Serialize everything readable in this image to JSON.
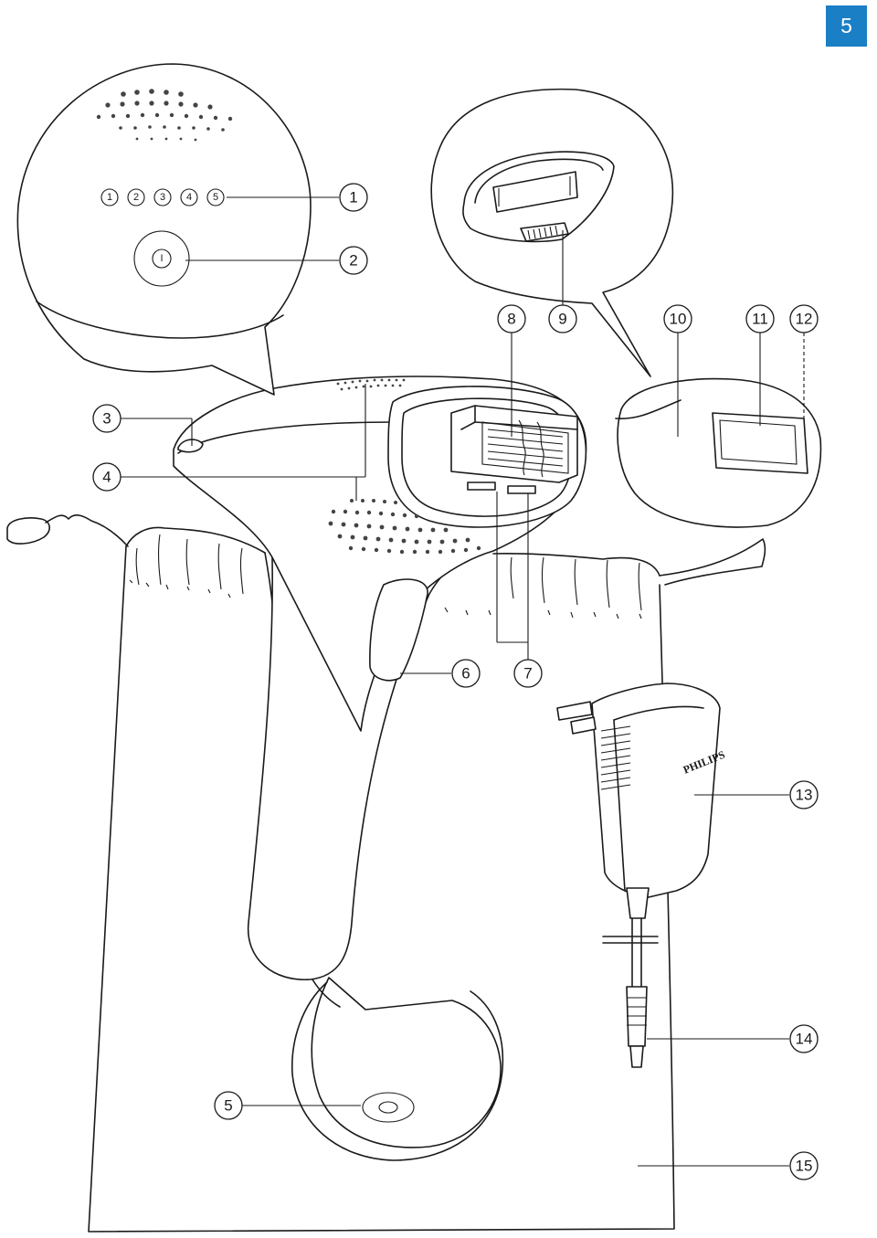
{
  "page_number": "5",
  "brand_text": "PHILIPS",
  "intensity_labels": [
    "1",
    "2",
    "3",
    "4",
    "5"
  ],
  "power_button_symbol": "I",
  "callouts": [
    {
      "id": "1",
      "label": "1"
    },
    {
      "id": "2",
      "label": "2"
    },
    {
      "id": "3",
      "label": "3"
    },
    {
      "id": "4",
      "label": "4"
    },
    {
      "id": "5",
      "label": "5"
    },
    {
      "id": "6",
      "label": "6"
    },
    {
      "id": "7",
      "label": "7"
    },
    {
      "id": "8",
      "label": "8"
    },
    {
      "id": "9",
      "label": "9"
    },
    {
      "id": "10",
      "label": "10"
    },
    {
      "id": "11",
      "label": "11"
    },
    {
      "id": "12",
      "label": "12"
    },
    {
      "id": "13",
      "label": "13"
    },
    {
      "id": "14",
      "label": "14"
    },
    {
      "id": "15",
      "label": "15"
    }
  ],
  "colors": {
    "badge": "#1a7fc4",
    "ink": "#1a1a1a",
    "background": "#ffffff"
  }
}
